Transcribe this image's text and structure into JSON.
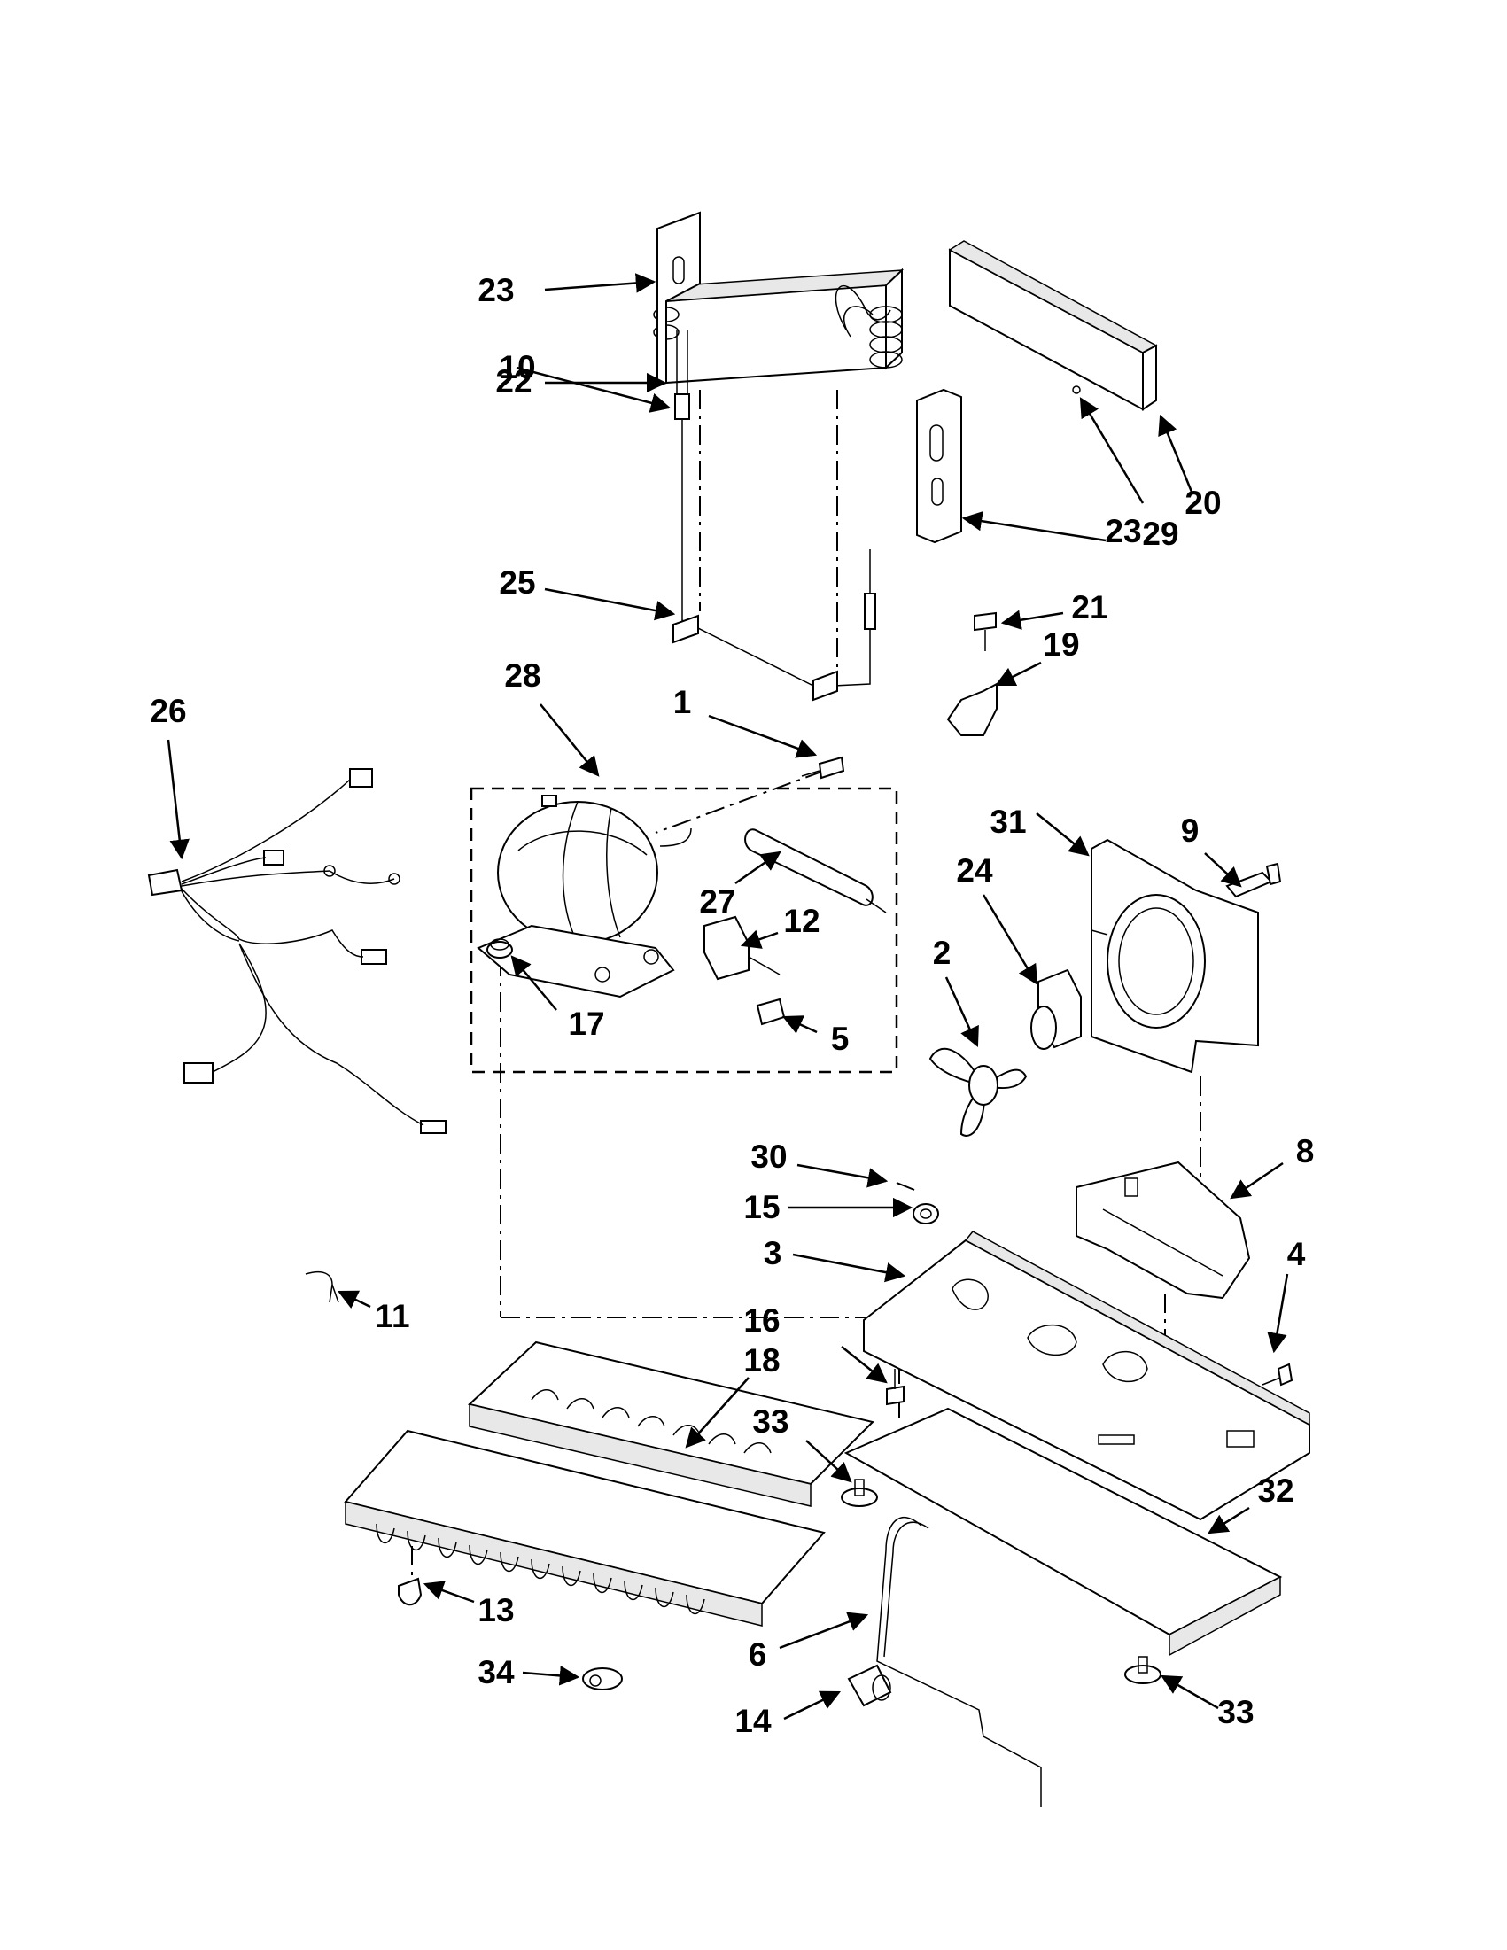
{
  "diagram": {
    "callouts": [
      {
        "id": "c23a",
        "label": "23"
      },
      {
        "id": "c22",
        "label": "22"
      },
      {
        "id": "c10",
        "label": "10"
      },
      {
        "id": "c25",
        "label": "25"
      },
      {
        "id": "c23b",
        "label": "23"
      },
      {
        "id": "c29",
        "label": "29"
      },
      {
        "id": "c20",
        "label": "20"
      },
      {
        "id": "c21",
        "label": "21"
      },
      {
        "id": "c19",
        "label": "19"
      },
      {
        "id": "c28",
        "label": "28"
      },
      {
        "id": "c1",
        "label": "1"
      },
      {
        "id": "c26",
        "label": "26"
      },
      {
        "id": "c27",
        "label": "27"
      },
      {
        "id": "c12",
        "label": "12"
      },
      {
        "id": "c17",
        "label": "17"
      },
      {
        "id": "c5",
        "label": "5"
      },
      {
        "id": "c31",
        "label": "31"
      },
      {
        "id": "c9",
        "label": "9"
      },
      {
        "id": "c24",
        "label": "24"
      },
      {
        "id": "c2",
        "label": "2"
      },
      {
        "id": "c30",
        "label": "30"
      },
      {
        "id": "c8",
        "label": "8"
      },
      {
        "id": "c15",
        "label": "15"
      },
      {
        "id": "c3",
        "label": "3"
      },
      {
        "id": "c4",
        "label": "4"
      },
      {
        "id": "c11",
        "label": "11"
      },
      {
        "id": "c16",
        "label": "16"
      },
      {
        "id": "c18",
        "label": "18"
      },
      {
        "id": "c33a",
        "label": "33"
      },
      {
        "id": "c32",
        "label": "32"
      },
      {
        "id": "c13",
        "label": "13"
      },
      {
        "id": "c6",
        "label": "6"
      },
      {
        "id": "c34",
        "label": "34"
      },
      {
        "id": "c14",
        "label": "14"
      },
      {
        "id": "c33b",
        "label": "33"
      }
    ]
  }
}
